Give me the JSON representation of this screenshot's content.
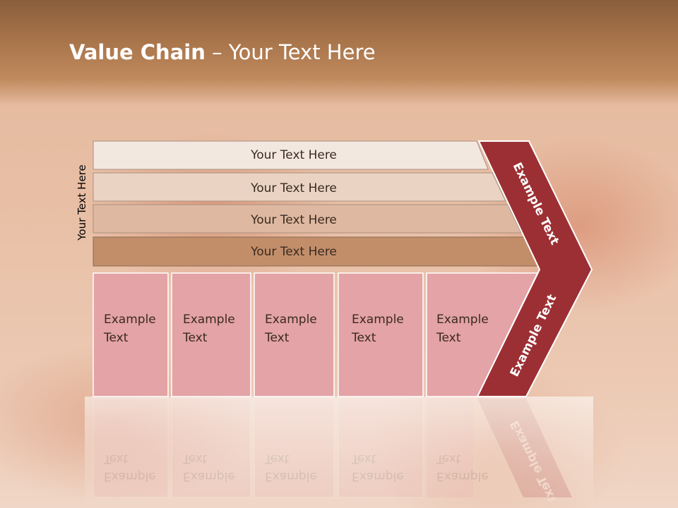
{
  "title": {
    "bold": "Value Chain",
    "rest": " – Your Text Here"
  },
  "side_label": "Your Text Here",
  "rows": [
    {
      "label": "Your Text Here",
      "color": "#f3e8e0"
    },
    {
      "label": "Your Text Here",
      "color": "#ead3c2"
    },
    {
      "label": "Your Text Here",
      "color": "#deb8a0"
    },
    {
      "label": "Your Text Here",
      "color": "#c28e6a"
    }
  ],
  "cells": [
    {
      "line1": "Example",
      "line2": "Text"
    },
    {
      "line1": "Example",
      "line2": "Text"
    },
    {
      "line1": "Example",
      "line2": "Text"
    },
    {
      "line1": "Example",
      "line2": "Text"
    },
    {
      "line1": "Example",
      "line2": "Text"
    }
  ],
  "arrow": {
    "upper_label": "Example Text",
    "lower_label": "Example Text"
  },
  "colors": {
    "cell": "#e4a3a6",
    "arrow": "#9c2f33",
    "title": "#ffffff"
  }
}
